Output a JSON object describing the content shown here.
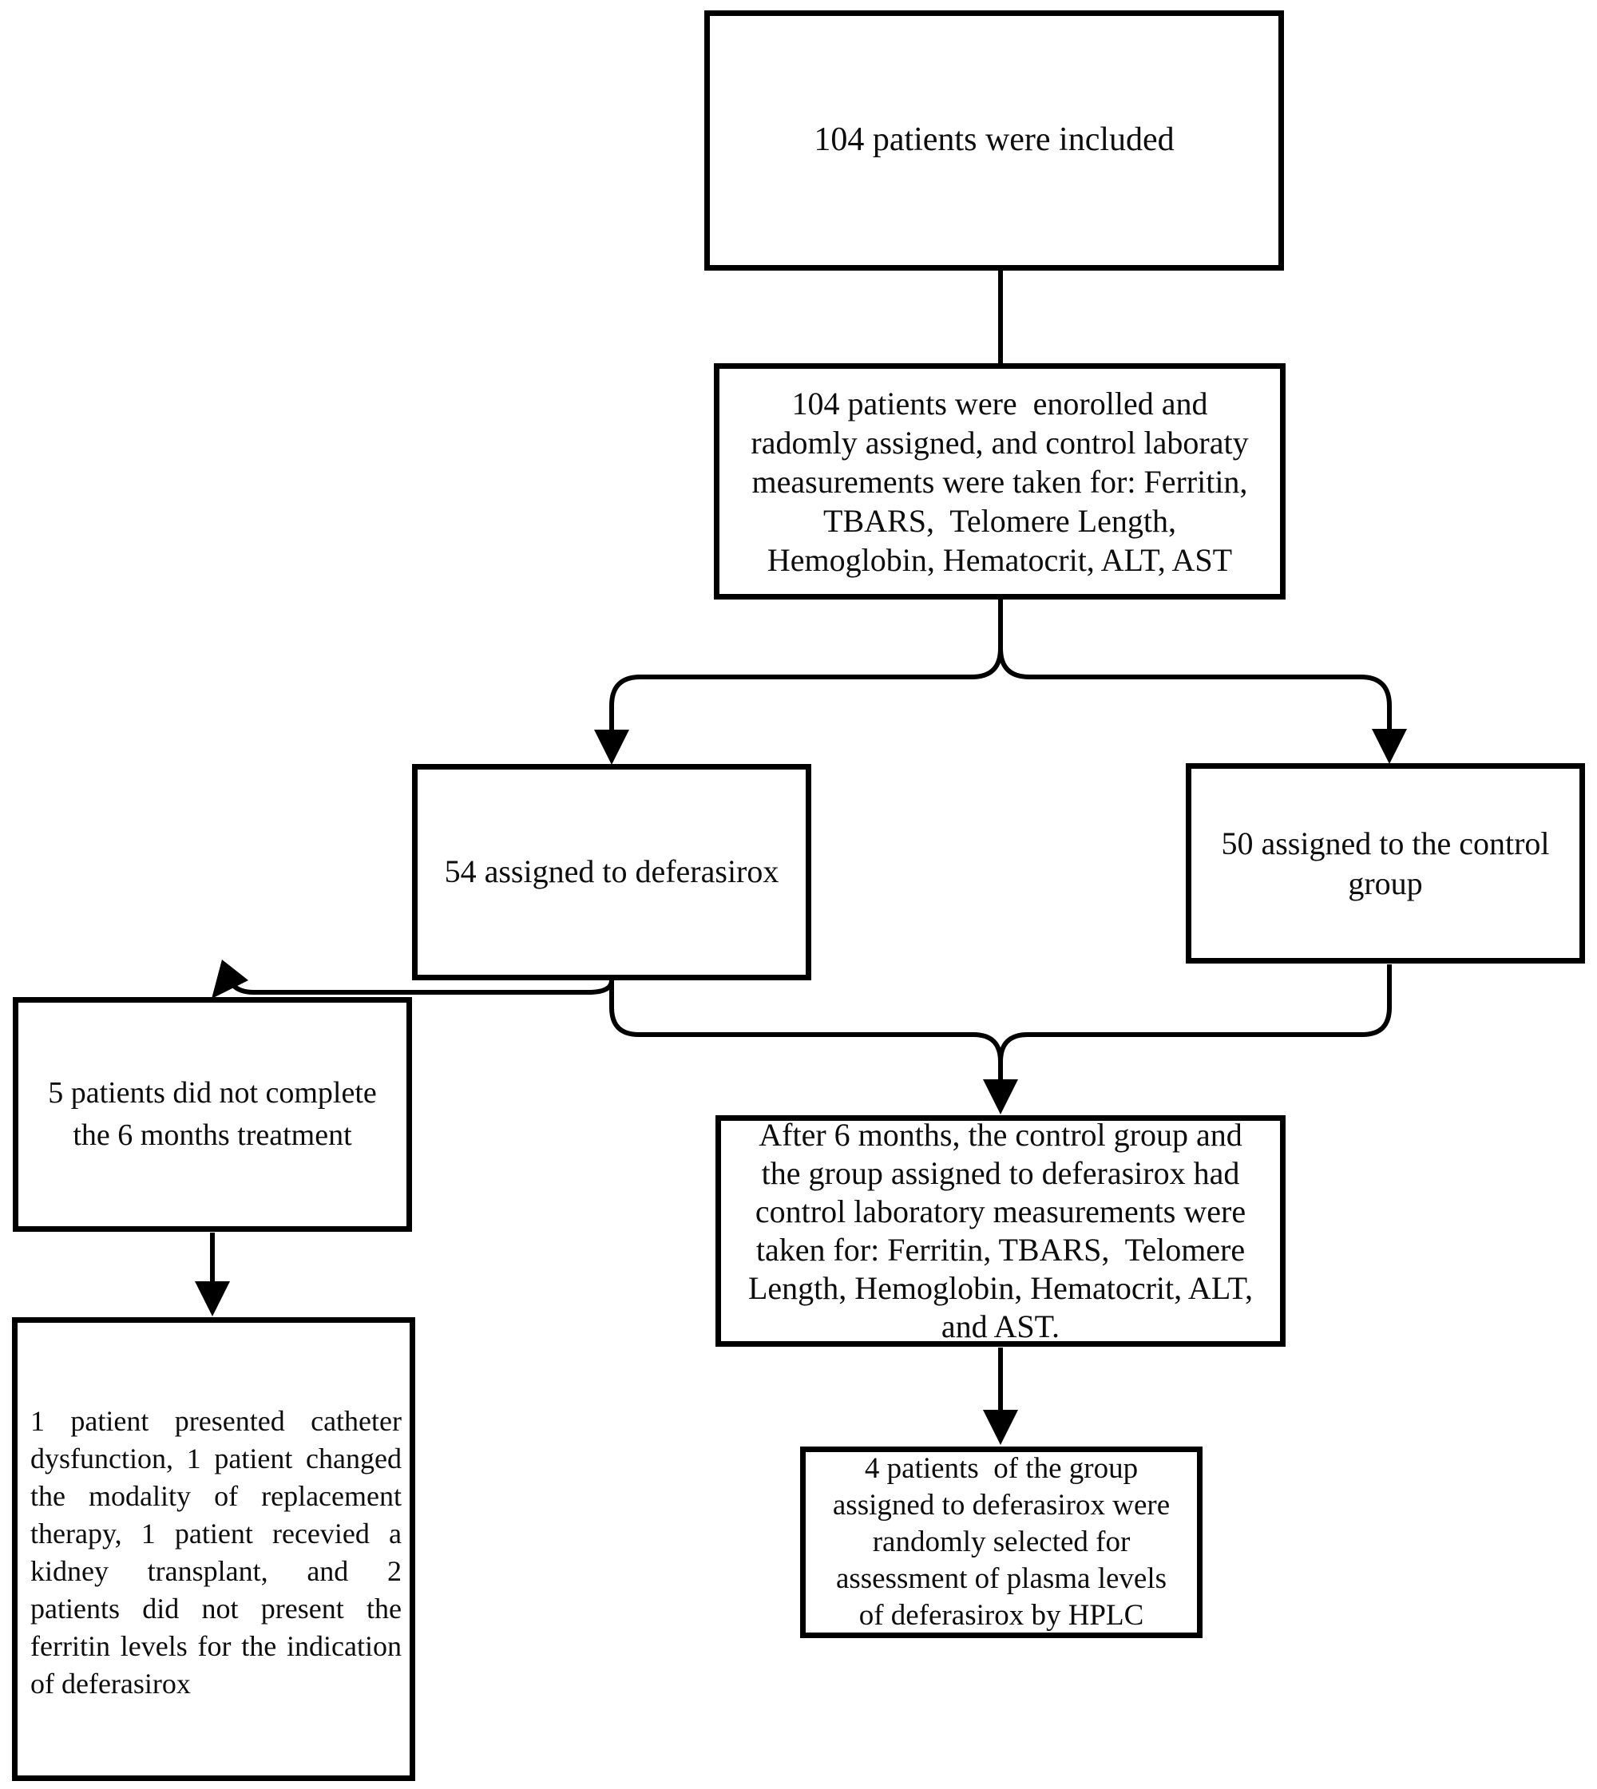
{
  "figure": {
    "type": "flowchart",
    "colors": {
      "background": "#ffffff",
      "line": "#000000",
      "text": "#0d0d0d"
    },
    "boxes": {
      "included": {
        "text": "104 patients were included"
      },
      "enrolled": {
        "lines": [
          "104 patients were  enorolled and",
          "radomly assigned, and control laboraty",
          "measurements were taken for: Ferritin,",
          "TBARS,  Telomere Length,",
          "Hemoglobin, Hematocrit, ALT, AST"
        ]
      },
      "deferasirox_group": {
        "text": "54 assigned to deferasirox"
      },
      "control_group": {
        "lines": [
          "50 assigned to the control",
          "group"
        ]
      },
      "not_completed": {
        "lines": [
          "5 patients did not complete",
          "the 6 months treatment"
        ]
      },
      "dropout_reasons": {
        "text": "1 patient presented catheter dysfunction, 1 patient changed the modality of replacement therapy,  1 patient recevied a kidney transplant, and 2 patients did not present the ferritin levels for the indication of deferasirox"
      },
      "after_6_months": {
        "lines": [
          "After 6 months, the control group and",
          "the group assigned to deferasirox had",
          "control laboratory measurements were",
          "taken for: Ferritin, TBARS,  Telomere",
          "Length, Hemoglobin, Hematocrit, ALT,",
          "and AST."
        ]
      },
      "hplc_subset": {
        "lines": [
          "4 patients  of the group",
          "assigned to deferasirox were",
          "randomly selected for",
          "assessment of plasma levels",
          "of deferasirox by HPLC"
        ]
      }
    }
  }
}
